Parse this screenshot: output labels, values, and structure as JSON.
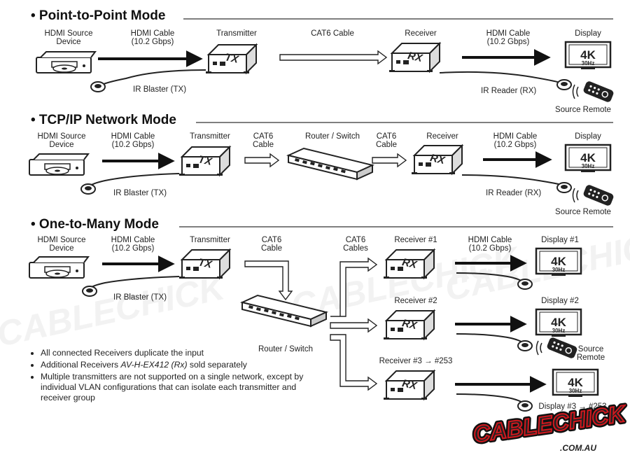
{
  "sections": {
    "p2p": {
      "title": "• Point-to-Point Mode",
      "source_l1": "HDMI Source",
      "source_l2": "Device",
      "cable1_l1": "HDMI Cable",
      "cable1_l2": "(10.2 Gbps)",
      "transmitter": "Transmitter",
      "cat6": "CAT6 Cable",
      "receiver": "Receiver",
      "cable2_l1": "HDMI Cable",
      "cable2_l2": "(10.2 Gbps)",
      "display": "Display",
      "ir_blaster": "IR Blaster (TX)",
      "ir_reader": "IR Reader (RX)",
      "source_remote": "Source Remote"
    },
    "tcp": {
      "title": "• TCP/IP Network Mode",
      "source_l1": "HDMI Source",
      "source_l2": "Device",
      "cable1_l1": "HDMI Cable",
      "cable1_l2": "(10.2 Gbps)",
      "transmitter": "Transmitter",
      "cat6a_l1": "CAT6",
      "cat6a_l2": "Cable",
      "router": "Router / Switch",
      "cat6b_l1": "CAT6",
      "cat6b_l2": "Cable",
      "receiver": "Receiver",
      "cable2_l1": "HDMI Cable",
      "cable2_l2": "(10.2 Gbps)",
      "display": "Display",
      "ir_blaster": "IR Blaster (TX)",
      "ir_reader": "IR Reader (RX)",
      "source_remote": "Source Remote"
    },
    "otm": {
      "title": "• One-to-Many Mode",
      "source_l1": "HDMI Source",
      "source_l2": "Device",
      "cable1_l1": "HDMI Cable",
      "cable1_l2": "(10.2 Gbps)",
      "transmitter": "Transmitter",
      "cat6_l1": "CAT6",
      "cat6_l2": "Cable",
      "cat6s_l1": "CAT6",
      "cat6s_l2": "Cables",
      "receiver1": "Receiver #1",
      "receiver2": "Receiver #2",
      "receiver3": "Receiver #3 → #253",
      "cable2_l1": "HDMI Cable",
      "cable2_l2": "(10.2 Gbps)",
      "display1": "Display #1",
      "display2": "Display #2",
      "display3": "Display #3 → #253",
      "router": "Router / Switch",
      "ir_blaster": "IR Blaster (TX)",
      "source_remote_l1": "Source",
      "source_remote_l2": "Remote"
    }
  },
  "devices": {
    "tx": "TX",
    "rx": "RX",
    "res": "4K",
    "hz": "30Hz"
  },
  "notes": {
    "n1": "All connected Receivers duplicate the input",
    "n2_pre": "Additional Receivers ",
    "n2_model": "AV-H-EX412 (Rx)",
    "n2_post": " sold separately",
    "n3": "Multiple transmitters are not supported on a single network, except by individual VLAN configurations that can isolate each transmitter and receiver group"
  },
  "brand": {
    "name": "CABLECHICK",
    "tm": "™",
    "domain": ".COM.AU"
  }
}
